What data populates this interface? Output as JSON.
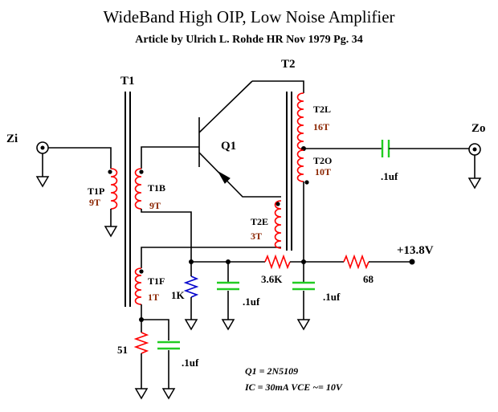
{
  "title": "WideBand High OIP, Low Noise Amplifier",
  "subtitle": "Article by Ulrich L. Rohde  HR Nov 1979  Pg. 34",
  "colors": {
    "winding": "#ff0000",
    "turns_text": "#8b2500",
    "capacitor": "#22cc22",
    "resistor_1k": "#0000cc",
    "wire": "#000000"
  },
  "labels": {
    "zi": "Zi",
    "zo": "Zo",
    "t1": "T1",
    "t2": "T2",
    "q1": "Q1",
    "t1p": "T1P",
    "t1p_turns": "9T",
    "t1b": "T1B",
    "t1b_turns": "9T",
    "t1f": "T1F",
    "t1f_turns": "1T",
    "t2l": "T2L",
    "t2l_turns": "16T",
    "t2o": "T2O",
    "t2o_turns": "10T",
    "t2e": "T2E",
    "t2e_turns": "3T",
    "r_1k": "1K",
    "r_3k6": "3.6K",
    "r_68": "68",
    "r_51": "51",
    "c_out": ".1uf",
    "c_base": ".1uf",
    "c_mid": ".1uf",
    "c_emit": ".1uf",
    "supply": "+13.8V"
  },
  "notes": {
    "q1_part": "Q1 = 2N5109",
    "bias": "IC = 30mA VCE ~= 10V"
  }
}
